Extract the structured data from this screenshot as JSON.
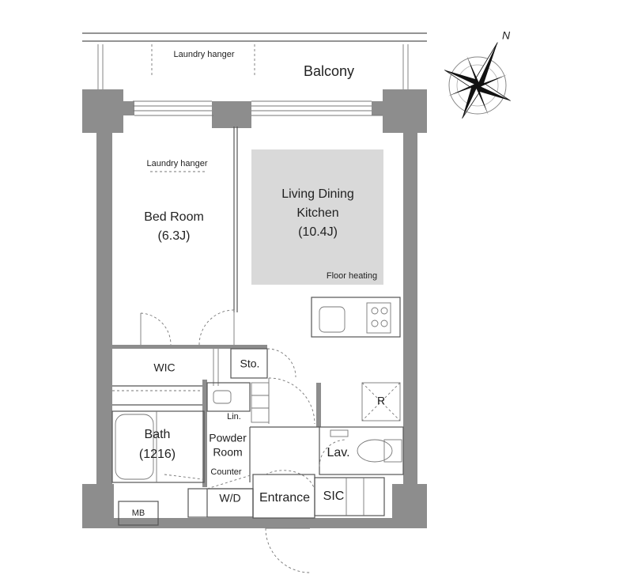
{
  "labels": {
    "balcony": "Balcony",
    "laundry_hanger_balcony": "Laundry hanger",
    "laundry_hanger_bedroom": "Laundry hanger",
    "bedroom_name": "Bed Room",
    "bedroom_size": "(6.3J)",
    "ldk_line1": "Living Dining",
    "ldk_line2": "Kitchen",
    "ldk_size": "(10.4J)",
    "floor_heating": "Floor heating",
    "wic": "WIC",
    "storage": "Sto.",
    "refrigerator": "R",
    "linen": "Lin.",
    "bath_name": "Bath",
    "bath_size": "(1216)",
    "powder_room_line1": "Powder",
    "powder_room_line2": "Room",
    "counter": "Counter",
    "washer_dryer": "W/D",
    "lavatory": "Lav.",
    "entrance": "Entrance",
    "sic": "SIC",
    "meter_box": "MB"
  },
  "compass": {
    "north_label": "N"
  },
  "colors": {
    "wall": "#8d8d8d",
    "floor_heating": "#d9d9d9",
    "line": "#555555"
  }
}
